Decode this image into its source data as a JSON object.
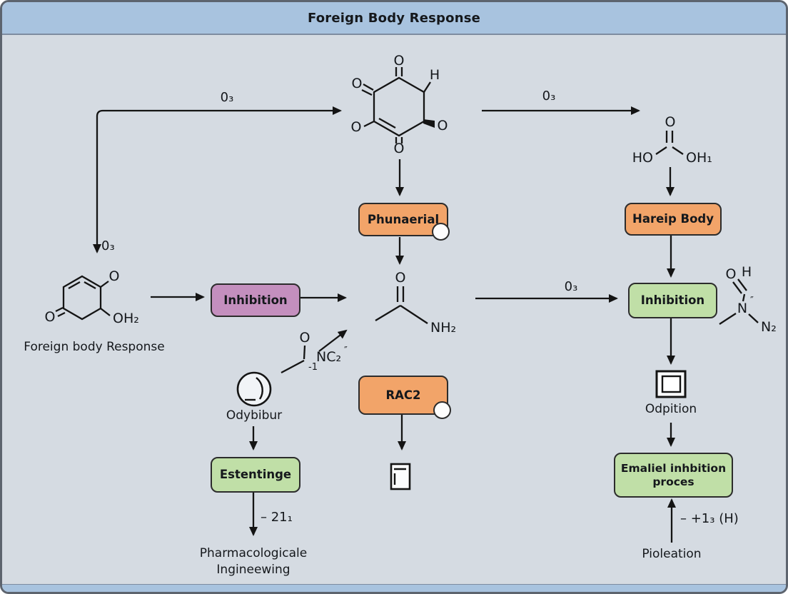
{
  "title": "Foreign Body Response",
  "colors": {
    "background": "#d5dbe2",
    "header_bar": "#a8c3df",
    "frame_border": "#5d646e",
    "node_orange": "#f2a469",
    "node_purple": "#c48fbe",
    "node_green": "#c0dfa7",
    "node_border": "#2c2c2c",
    "text": "#15181c",
    "line": "#141414"
  },
  "nodes": {
    "phunaerial": "Phunaerial",
    "hareip_body": "Hareip Body",
    "inhibition_purple": "Inhibition",
    "inhibition_green": "Inhibition",
    "rac2": "RAC2",
    "estentinge": "Estentinge",
    "emaliel_line1": "Emaliel inhbition",
    "emaliel_line2": "proces"
  },
  "labels": {
    "foreign_body": "Foreign body Response",
    "odybibur": "Odybibur",
    "odpition": "Odpition",
    "pioleation": "Pioleation",
    "pharma_line1": "Pharmacologicale",
    "pharma_line2": "Ingineewing"
  },
  "arrow_labels": {
    "o3": "0₃",
    "minus_21": "– 21₁",
    "plus_1_h": "– +1₃ (H)",
    "nc2": "NC₂",
    "nc2_sup": "″"
  },
  "atoms": {
    "o": "O",
    "h": "H",
    "ho": "HO",
    "oh1": "OH₁",
    "oh2": "OH₂",
    "nh2": "NH₂",
    "n": "N",
    "n2": "N₂",
    "minus1": "-1",
    "dprime": "″"
  }
}
